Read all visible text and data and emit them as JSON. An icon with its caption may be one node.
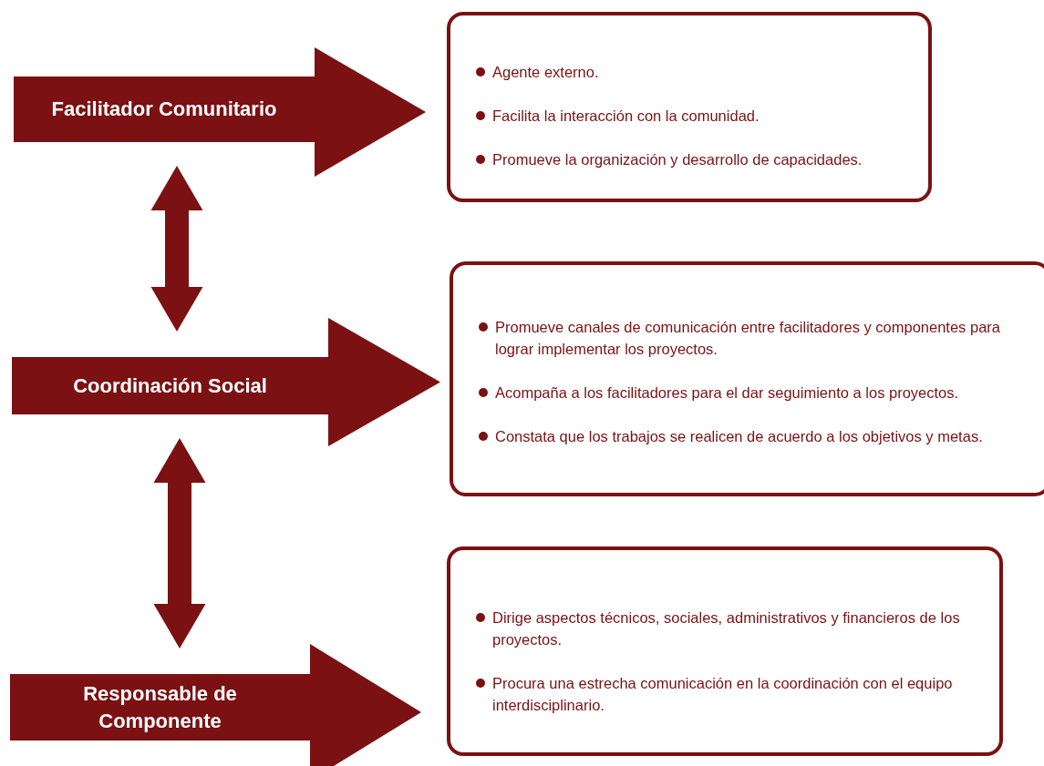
{
  "diagram": {
    "nodes": [
      {
        "text": [
          "Facilitador Comunitario"
        ]
      },
      {
        "text": [
          "Coordinación Social"
        ]
      },
      {
        "text": [
          "Responsable de Componente"
        ]
      },
      {
        "text": [
          "Agente externo.",
          "Facilita la interacción con la comunidad.",
          "Promueve la organización y desarrollo de capacidades."
        ]
      },
      {
        "text": [
          "Promueve  canales de comunicación entre facilitadores y componentes para lograr implementar los proyectos.",
          "Acompaña a los facilitadores para el dar seguimiento a los proyectos.",
          "Constata que los trabajos se realicen de acuerdo a los objetivos y metas."
        ]
      },
      {
        "text": [
          "Dirige aspectos técnicos, sociales, administrativos y financieros de los proyectos.",
          "Procura una estrecha comunicación en la coordinación con el equipo interdisciplinario."
        ]
      }
    ],
    "edges": [
      {
        "from": 0,
        "to": 1,
        "arrow": "both",
        "style": "thick"
      },
      {
        "from": 1,
        "to": 2,
        "arrow": "both",
        "style": "thick"
      }
    ]
  }
}
